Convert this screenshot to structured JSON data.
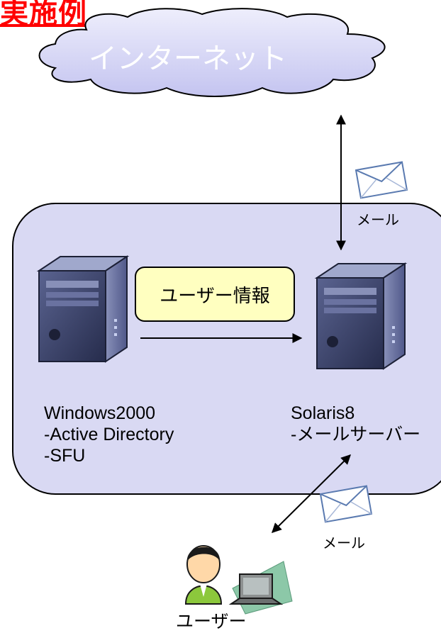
{
  "heading": "実施例",
  "internet_label": "インターネット",
  "user_info_label": "ユーザー情報",
  "mail_label_top": "メール",
  "mail_label_bottom": "メール",
  "windows_server": {
    "name": "Windows2000",
    "line1": "-Active Directory",
    "line2": "-SFU"
  },
  "solaris_server": {
    "name": "Solaris8",
    "line1": "-メールサーバー"
  },
  "user_label": "ユーザー",
  "colors": {
    "heading": "#ff0000",
    "cloud": "#d8d8f8",
    "network_area": "#d9d9f3",
    "info_box": "#ffffc0",
    "server_body": "#3c4470"
  }
}
